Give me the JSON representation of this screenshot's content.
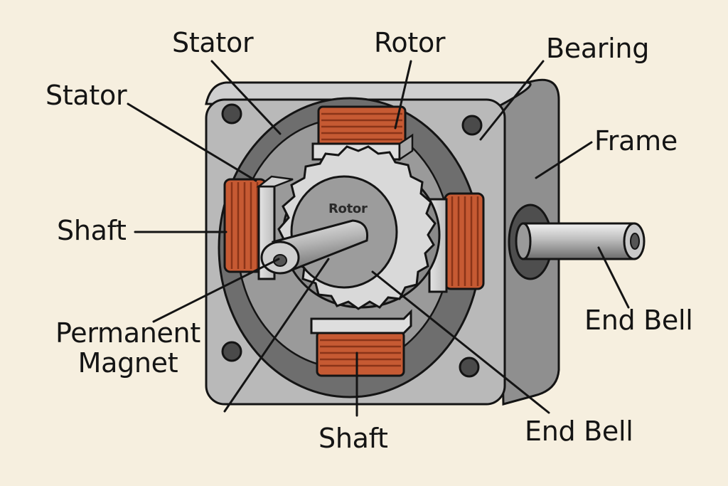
{
  "labels": {
    "stator_top": "Stator",
    "rotor_top": "Rotor",
    "bearing": "Bearing",
    "stator_left": "Stator",
    "frame": "Frame",
    "shaft_left": "Shaft",
    "rotor_center": "Rotor",
    "end_bell_right": "End Bell",
    "permanent_magnet_line1": "Permanent",
    "permanent_magnet_line2": "Magnet",
    "shaft_bottom": "Shaft",
    "end_bell_bottom": "End Bell"
  },
  "colors": {
    "background": "#f6efdf",
    "frame": "#b9b9b9",
    "frame_dark": "#8e8e8e",
    "cavity": "#6e6e6e",
    "coil": "#c65a33",
    "coil_dark": "#8a3418",
    "line": "#141414"
  }
}
